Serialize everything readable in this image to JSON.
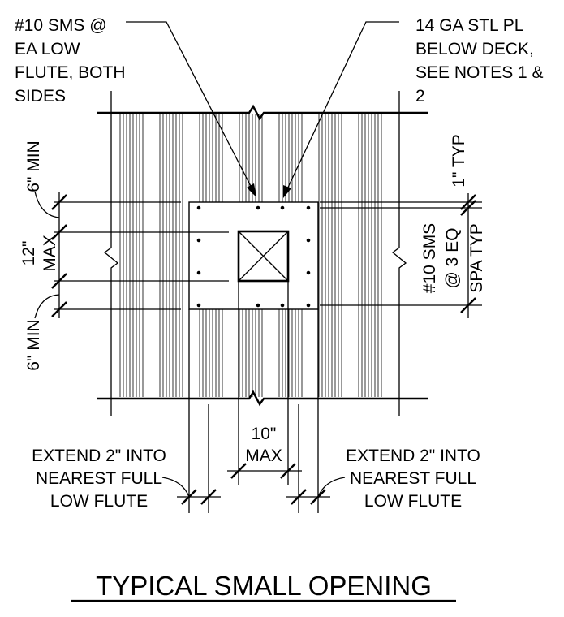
{
  "colors": {
    "ink": "#000000",
    "paper": "#ffffff"
  },
  "callouts": {
    "sms_top": [
      "#10 SMS @",
      "EA LOW",
      "FLUTE, BOTH",
      "SIDES"
    ],
    "plate": [
      "14 GA STL PL",
      "BELOW DECK,",
      "SEE NOTES 1 &",
      "2"
    ],
    "extend_left": [
      "EXTEND 2\" INTO",
      "NEAREST FULL",
      "LOW FLUTE"
    ],
    "extend_right": [
      "EXTEND 2\" INTO",
      "NEAREST FULL",
      "LOW FLUTE"
    ]
  },
  "dimensions": {
    "min_top": "6\" MIN",
    "max_12": [
      "12\"",
      "MAX"
    ],
    "min_bottom": "6\" MIN",
    "max_10": [
      "10\"",
      "MAX"
    ],
    "typ_1": "1\" TYP",
    "sms_spacing": [
      "#10 SMS",
      "@ 3 EQ",
      "SPA TYP"
    ]
  },
  "title": "TYPICAL SMALL OPENING"
}
